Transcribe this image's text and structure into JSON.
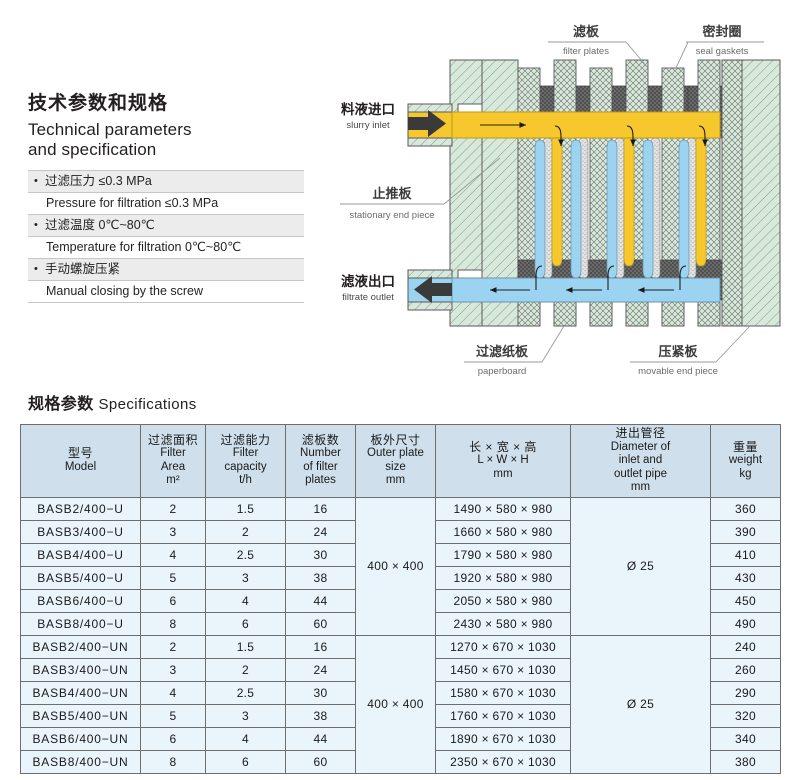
{
  "tech": {
    "title_cn": "技术参数和规格",
    "title_en_line1": "Technical parameters",
    "title_en_line2": "and specification",
    "items": [
      {
        "cn": "过滤压力 ≤0.3 MPa",
        "en": "Pressure for filtration ≤0.3 MPa"
      },
      {
        "cn": "过滤温度 0℃~80℃",
        "en": "Temperature for filtration 0℃~80℃"
      },
      {
        "cn": "手动螺旋压紧",
        "en": "Manual closing by the screw"
      }
    ]
  },
  "diagram": {
    "labels": {
      "filter_plates_cn": "滤板",
      "filter_plates_en": "filter plates",
      "seal_gaskets_cn": "密封圈",
      "seal_gaskets_en": "seal gaskets",
      "stationary_end_cn": "止推板",
      "stationary_end_en": "stationary end piece",
      "slurry_inlet_cn": "料液进口",
      "slurry_inlet_en": "slurry inlet",
      "filtrate_outlet_cn": "滤液出口",
      "filtrate_outlet_en": "filtrate outlet",
      "paperboard_cn": "过滤纸板",
      "paperboard_en": "paperboard",
      "movable_end_cn": "压紧板",
      "movable_end_en": "movable end piece"
    },
    "colors": {
      "slurry": "#f7c82e",
      "filtrate": "#9bd3f0",
      "body": "#d4e8d8",
      "gasket": "#5b5b5b",
      "paper": "#dcdcdc"
    }
  },
  "spec_section": {
    "heading_cn": "规格参数",
    "heading_en": "Specifications",
    "columns": [
      {
        "cn": "型号",
        "en": "Model"
      },
      {
        "cn": "过滤面积",
        "en": "Filter\nArea\nm²"
      },
      {
        "cn": "过滤能力",
        "en": "Filter\ncapacity\nt/h"
      },
      {
        "cn": "滤板数",
        "en": "Number\nof filter\nplates"
      },
      {
        "cn": "板外尺寸",
        "en": "Outer plate\nsize\nmm"
      },
      {
        "cn": "长 × 宽 × 高",
        "en": "L × W × H\nmm"
      },
      {
        "cn": "进出管径",
        "en": "Diameter of\ninlet and\noutlet pipe\nmm"
      },
      {
        "cn": "重量",
        "en": "weight\nkg"
      }
    ],
    "groups": [
      {
        "outer_plate_size": "400 × 400",
        "pipe_diameter": "Ø 25",
        "rows": [
          {
            "model": "BASB2/400−U",
            "area": "2",
            "capacity": "1.5",
            "plates": "16",
            "lwh": "1490 × 580 × 980",
            "weight": "360"
          },
          {
            "model": "BASB3/400−U",
            "area": "3",
            "capacity": "2",
            "plates": "24",
            "lwh": "1660 × 580 × 980",
            "weight": "390"
          },
          {
            "model": "BASB4/400−U",
            "area": "4",
            "capacity": "2.5",
            "plates": "30",
            "lwh": "1790 × 580 × 980",
            "weight": "410"
          },
          {
            "model": "BASB5/400−U",
            "area": "5",
            "capacity": "3",
            "plates": "38",
            "lwh": "1920 × 580 × 980",
            "weight": "430"
          },
          {
            "model": "BASB6/400−U",
            "area": "6",
            "capacity": "4",
            "plates": "44",
            "lwh": "2050 × 580 × 980",
            "weight": "450"
          },
          {
            "model": "BASB8/400−U",
            "area": "8",
            "capacity": "6",
            "plates": "60",
            "lwh": "2430 × 580 × 980",
            "weight": "490"
          }
        ]
      },
      {
        "outer_plate_size": "400 × 400",
        "pipe_diameter": "Ø 25",
        "rows": [
          {
            "model": "BASB2/400−UN",
            "area": "2",
            "capacity": "1.5",
            "plates": "16",
            "lwh": "1270 × 670 × 1030",
            "weight": "240"
          },
          {
            "model": "BASB3/400−UN",
            "area": "3",
            "capacity": "2",
            "plates": "24",
            "lwh": "1450 × 670 × 1030",
            "weight": "260"
          },
          {
            "model": "BASB4/400−UN",
            "area": "4",
            "capacity": "2.5",
            "plates": "30",
            "lwh": "1580 × 670 × 1030",
            "weight": "290"
          },
          {
            "model": "BASB5/400−UN",
            "area": "5",
            "capacity": "3",
            "plates": "38",
            "lwh": "1760 × 670 × 1030",
            "weight": "320"
          },
          {
            "model": "BASB6/400−UN",
            "area": "6",
            "capacity": "4",
            "plates": "44",
            "lwh": "1890 × 670 × 1030",
            "weight": "340"
          },
          {
            "model": "BASB8/400−UN",
            "area": "8",
            "capacity": "6",
            "plates": "60",
            "lwh": "2350 × 670 × 1030",
            "weight": "380"
          }
        ]
      }
    ]
  }
}
